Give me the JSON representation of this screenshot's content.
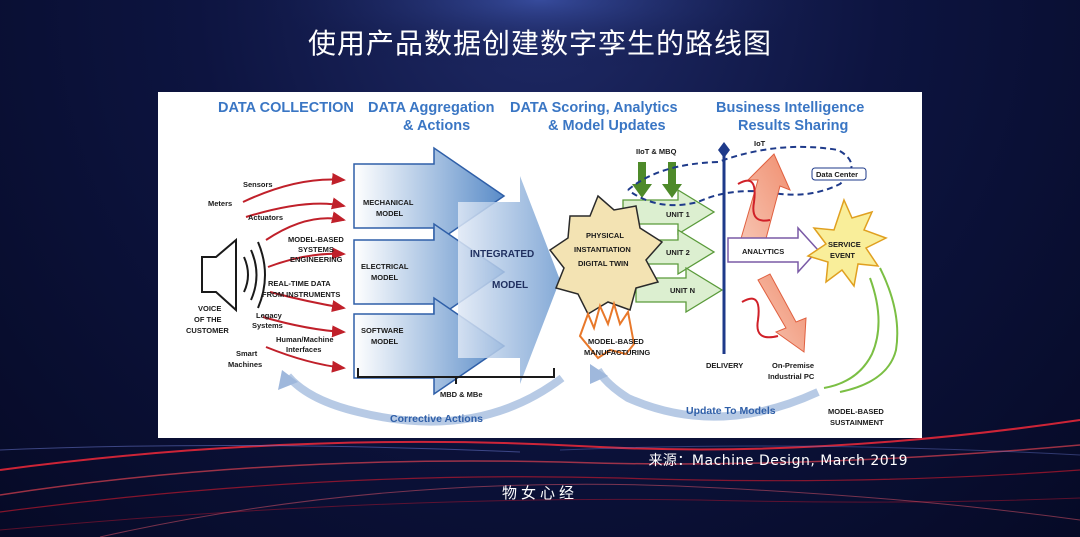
{
  "page": {
    "title": "使用产品数据创建数字孪生的路线图",
    "source": "来源：Machine Design, March 2019",
    "brand": "物女心经"
  },
  "diagram": {
    "headers": {
      "collection": "DATA COLLECTION",
      "aggregation_1": "DATA Aggregation",
      "aggregation_2": "& Actions",
      "scoring_1": "DATA Scoring, Analytics",
      "scoring_2": "& Model Updates",
      "bi_1": "Business Intelligence",
      "bi_2": "Results Sharing"
    },
    "sources": {
      "sensors": "Sensors",
      "meters": "Meters",
      "actuators": "Actuators",
      "mbse_1": "MODEL-BASED",
      "mbse_2": "SYSTEMS",
      "mbse_3": "ENGINEERING",
      "rt_1": "REAL-TIME DATA",
      "rt_2": "FROM INSTRUMENTS",
      "voice_1": "VOICE",
      "voice_2": "OF THE",
      "voice_3": "CUSTOMER",
      "legacy_1": "Legacy",
      "legacy_2": "Systems",
      "hmi_1": "Human/Machine",
      "hmi_2": "Interfaces",
      "smart_1": "Smart",
      "smart_2": "Machines"
    },
    "models": {
      "mech_1": "MECHANICAL",
      "mech_2": "MODEL",
      "elec_1": "ELECTRICAL",
      "elec_2": "MODEL",
      "soft_1": "SOFTWARE",
      "soft_2": "MODEL",
      "integrated_1": "INTEGRATED",
      "integrated_2": "MODEL"
    },
    "twin": {
      "line_1": "PHYSICAL",
      "line_2": "INSTANTIATION",
      "line_3": "DIGITAL TWIN"
    },
    "units": {
      "unit_1": "UNIT 1",
      "unit_2": "UNIT 2",
      "unit_n": "UNIT N"
    },
    "labels": {
      "iiot_mbq": "IIoT & MBQ",
      "iot": "IoT",
      "data_center": "Data Center",
      "analytics": "ANALYTICS",
      "service_1": "SERVICE",
      "service_2": "EVENT",
      "mbm_1": "MODEL-BASED",
      "mbm_2": "MANUFACTURING",
      "delivery": "DELIVERY",
      "onprem_1": "On-Premise",
      "onprem_2": "Industrial PC",
      "mbd": "MBD & MBe",
      "corrective": "Corrective Actions",
      "update": "Update To Models",
      "sustain_1": "MODEL-BASED",
      "sustain_2": "SUSTAINMENT"
    },
    "colors": {
      "header_blue": "#3a76c4",
      "source_arrow_red": "#c0202a",
      "model_arrow_blue": "#5a8cc8",
      "twin_gold": "#f3e3b3",
      "unit_green": "#dcefd0",
      "sustain_green": "#7bbf44",
      "iiot_arrow_green": "#4e8a2a",
      "mbm_orange": "#e8782a",
      "service_yellow": "#f9ee9a",
      "analytics_purple": "#7a5aa6"
    }
  }
}
